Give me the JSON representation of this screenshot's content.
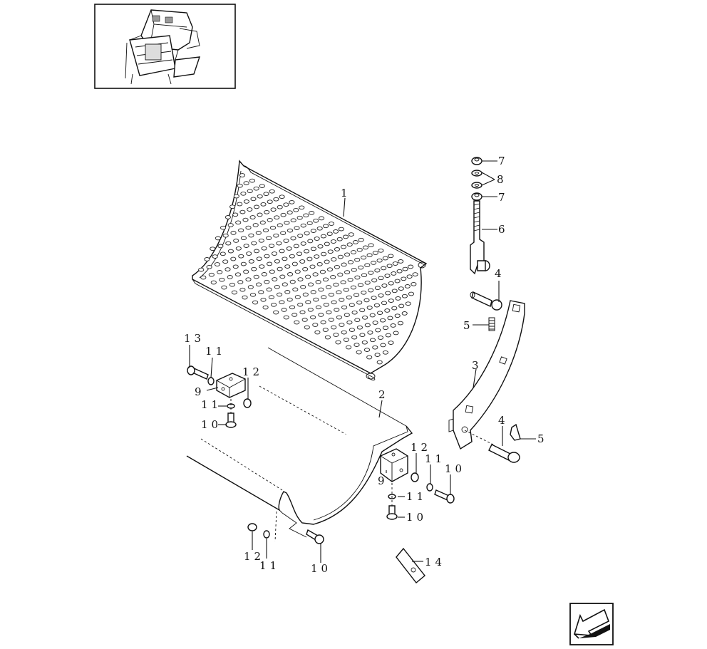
{
  "callouts": {
    "c1": "1",
    "c2": "2",
    "c3": "3",
    "c4a": "4",
    "c4b": "4",
    "c5a": "5",
    "c5b": "5",
    "c6": "6",
    "c7a": "7",
    "c7b": "7",
    "c8": "8",
    "c9a": "9",
    "c9b": "9",
    "c10a": "10",
    "c10b": "10",
    "c10c": "10",
    "c10d": "10",
    "c11a": "11",
    "c11b": "11",
    "c11c": "11",
    "c11d": "11",
    "c11e": "11",
    "c12a": "12",
    "c12b": "12",
    "c12c": "12",
    "c13": "13",
    "c14": "14"
  },
  "icons": {
    "thumbnail": "machine-overview-thumbnail",
    "nav": "back-arrow-icon"
  }
}
